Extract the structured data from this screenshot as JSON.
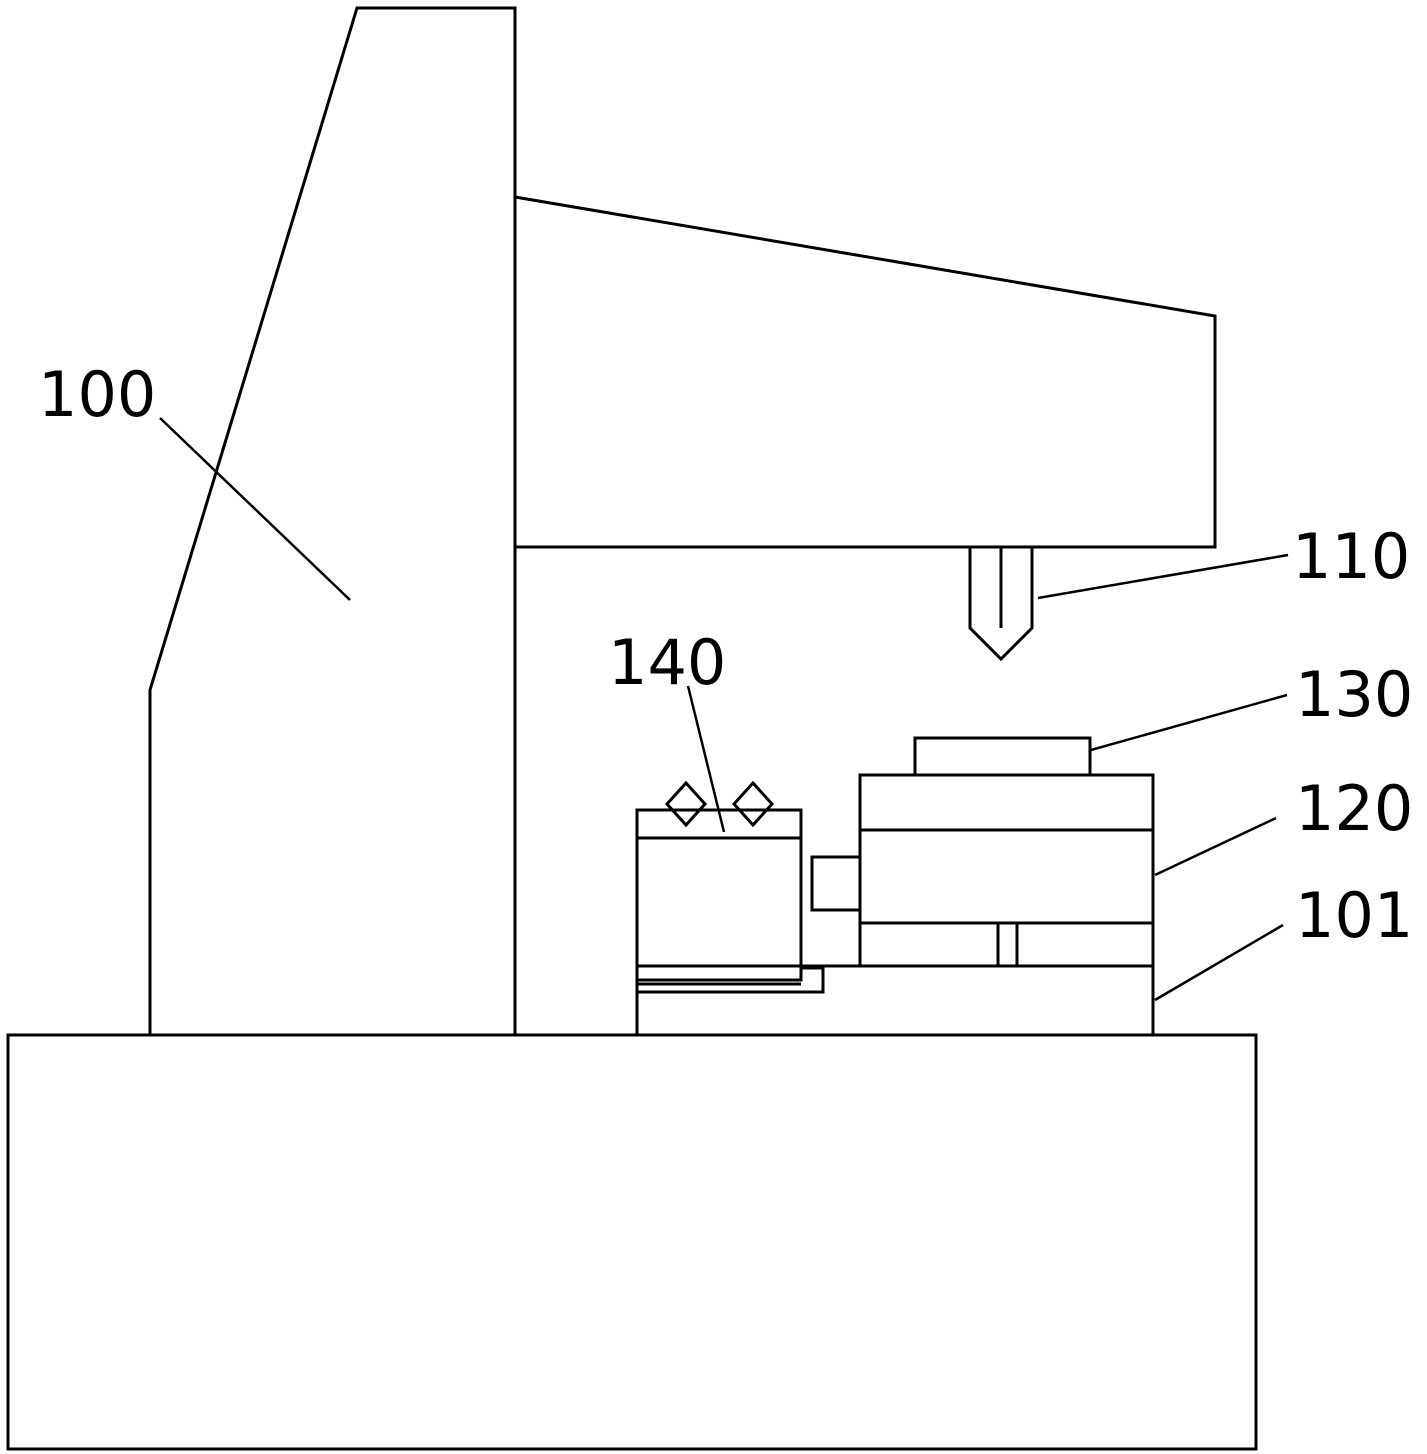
{
  "colors": {
    "line": "#000000",
    "background": "#ffffff"
  },
  "labels": {
    "column": "100",
    "probe": "110",
    "platform": "120",
    "workpiece": "130",
    "base_block": "101",
    "fixture": "140"
  }
}
